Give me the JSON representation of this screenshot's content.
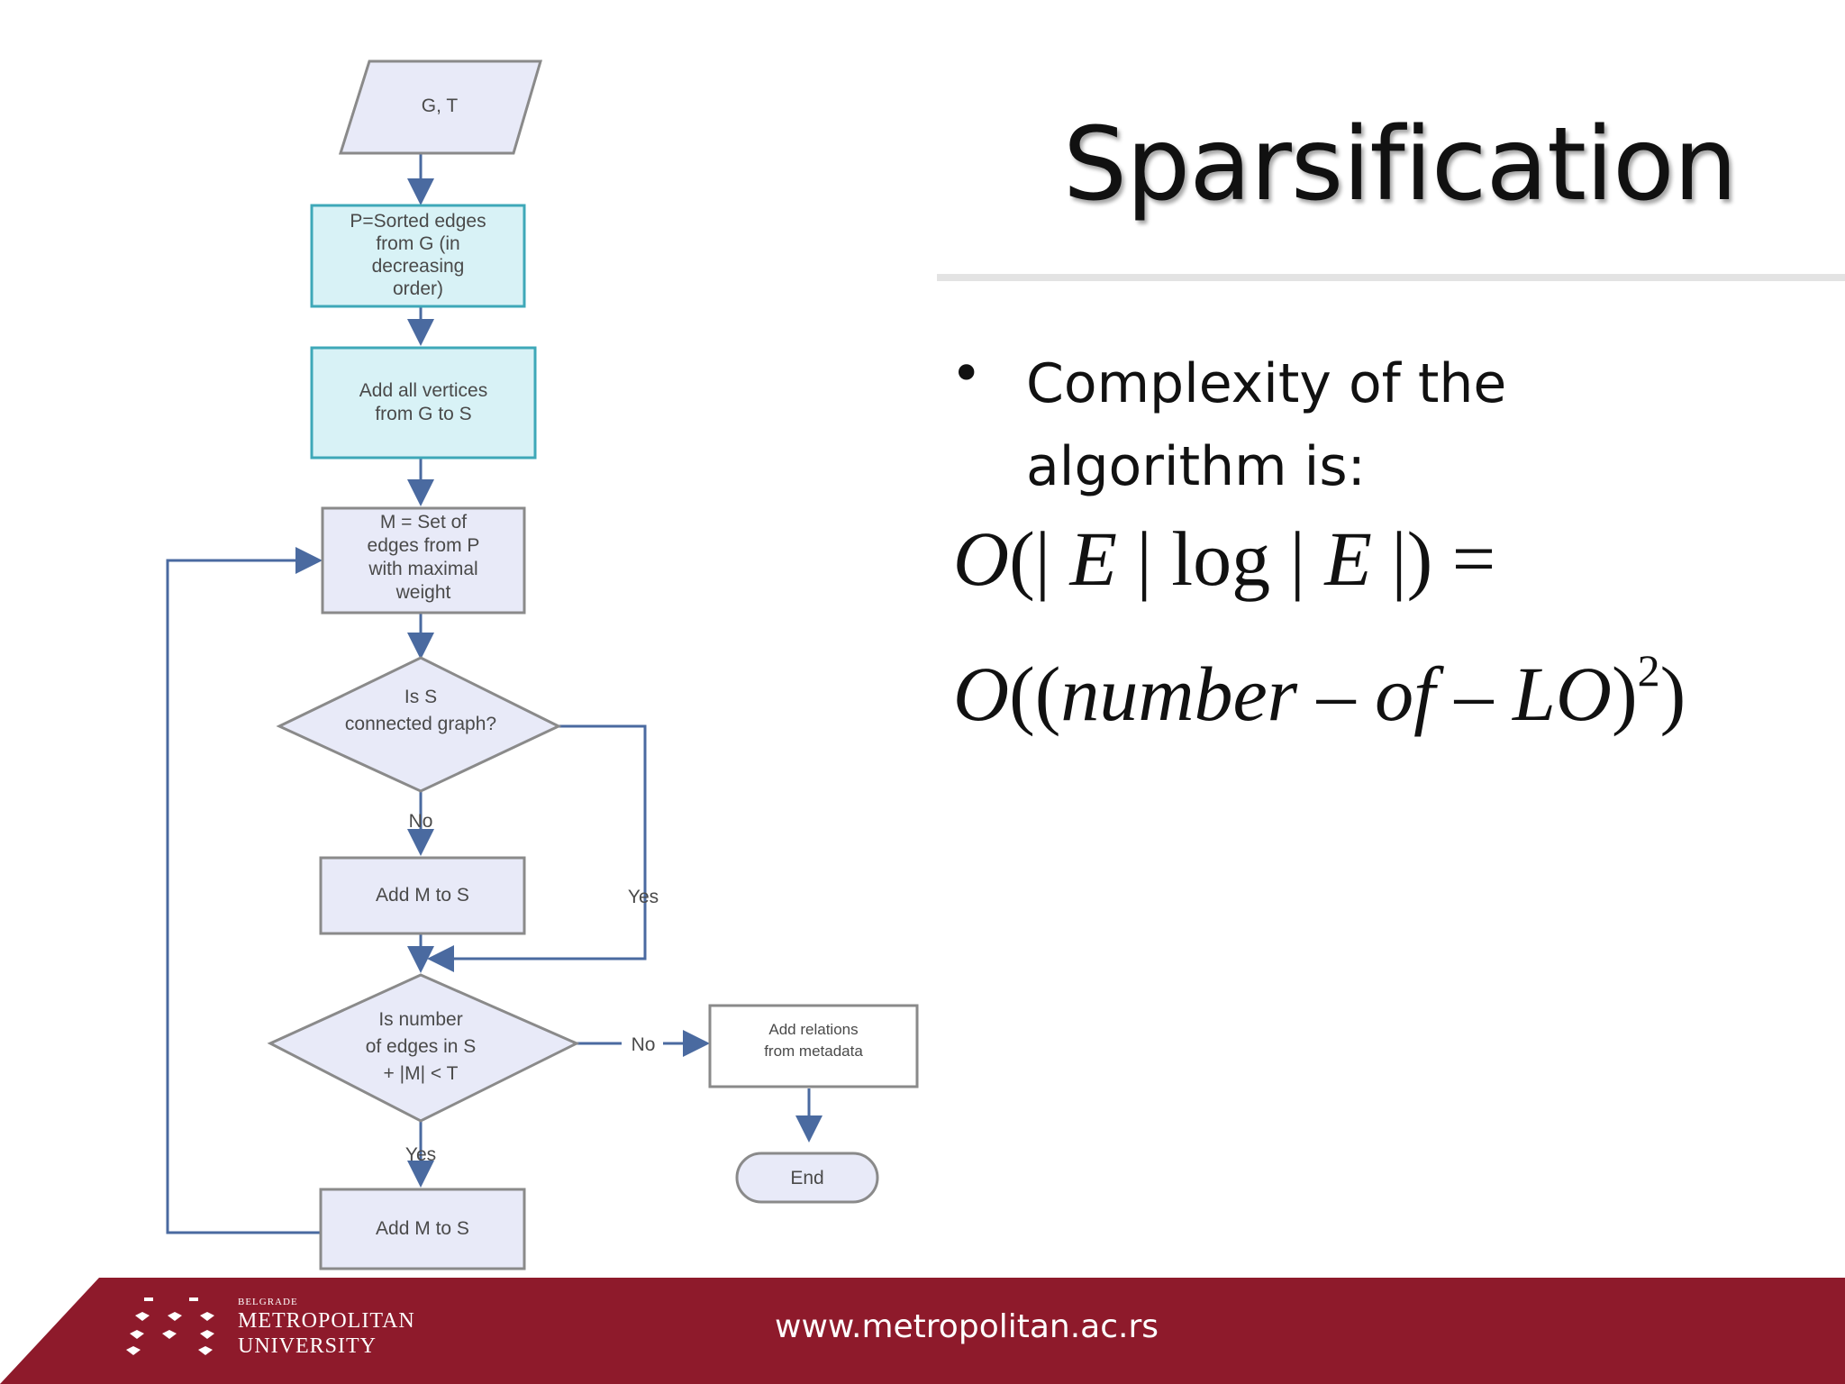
{
  "slide": {
    "title": "Sparsification",
    "bullet": "Complexity of the algorithm is:",
    "formula_line1": "O(| E | log | E |) =",
    "formula_line2": "O((number – of – LO)2)"
  },
  "flowchart": {
    "input": "G, T",
    "step_sort": [
      "P=Sorted edges",
      "from G (in",
      "decreasing",
      "order)"
    ],
    "step_add_vertices": [
      "Add all vertices",
      "from G to S"
    ],
    "step_set_m": [
      "M = Set of",
      "edges from P",
      "with maximal",
      "weight"
    ],
    "decision_connected": [
      "Is S",
      "connected graph?"
    ],
    "label_no_1": "No",
    "label_yes_1": "Yes",
    "step_add_m_1": "Add M to S",
    "decision_edges": [
      "Is number",
      "of edges in S",
      "+ |M| < T"
    ],
    "label_no_2": "No",
    "label_yes_2": "Yes",
    "step_add_relations": [
      "Add relations",
      "from metadata"
    ],
    "terminal_end": "End",
    "step_add_m_2": "Add M to S"
  },
  "footer": {
    "logo_small": "BELGRADE",
    "logo_line1": "METROPOLITAN",
    "logo_line2": "UNIVERSITY",
    "url": "www.metropolitan.ac.rs"
  },
  "colors": {
    "footer": "#8e1a2b",
    "box_fill": "#e8eaf8",
    "box_stroke": "#8a8a8a",
    "teal_fill": "#d8f2f6",
    "teal_stroke": "#3ea8b8",
    "arrow": "#4a6aa0"
  }
}
